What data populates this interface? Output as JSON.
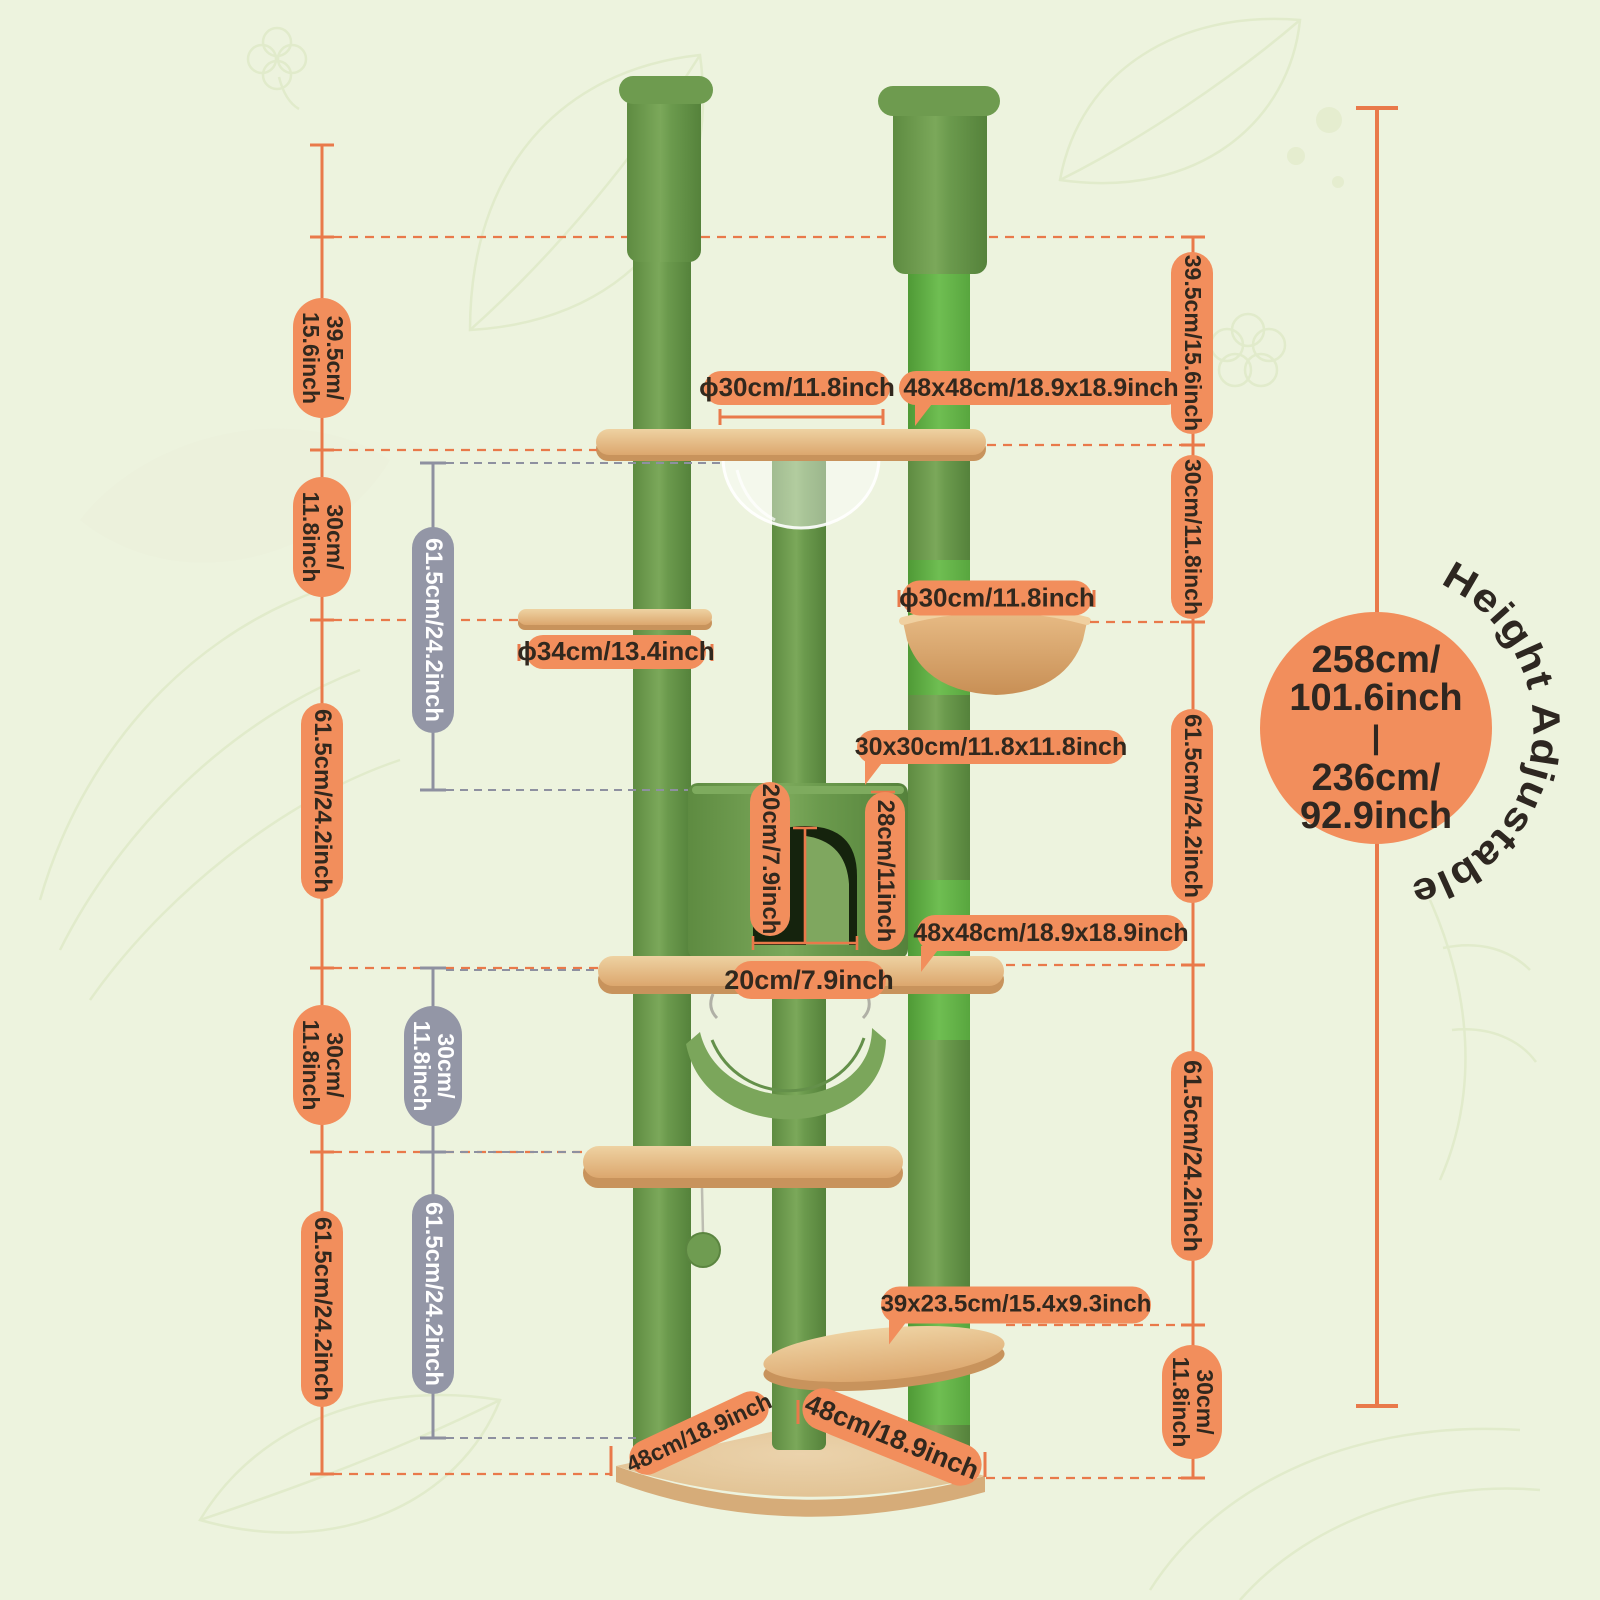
{
  "colors": {
    "background": "#EDF3DE",
    "accent_pill": "#F28E5C",
    "accent_line": "#E9794A",
    "gray_pill": "#9396A6",
    "gray_line": "#8E90A0",
    "pill_text_dark": "#31281E",
    "pill_text_light": "#FFFFFF",
    "post_green": "#6E9B4F",
    "sisal_green": "#5FAE46",
    "platform_tan": "#DCA76E"
  },
  "height_badge": {
    "max_cm": "258cm/",
    "max_in": "101.6inch",
    "separator": "|",
    "min_cm": "236cm/",
    "min_in": "92.9inch",
    "curved_label": "Height Adjustable"
  },
  "left_dims": [
    {
      "line1": "39.5cm/",
      "line2": "15.6inch"
    },
    {
      "line1": "30cm/",
      "line2": "11.8inch"
    },
    {
      "text": "61.5cm/24.2inch"
    },
    {
      "line1": "30cm/",
      "line2": "11.8inch"
    },
    {
      "text": "61.5cm/24.2inch"
    }
  ],
  "inner_dims": [
    {
      "text": "61.5cm/24.2inch"
    },
    {
      "line1": "30cm/",
      "line2": "11.8inch"
    },
    {
      "text": "61.5cm/24.2inch"
    }
  ],
  "right_dims": [
    {
      "text": "39.5cm/15.6inch"
    },
    {
      "text": "30cm/11.8inch"
    },
    {
      "text": "61.5cm/24.2inch"
    },
    {
      "text": "61.5cm/24.2inch"
    },
    {
      "line1": "30cm/",
      "line2": "11.8inch"
    }
  ],
  "part_dims": {
    "top_platform_diameter": "ϕ30cm/11.8inch",
    "top_platform_size": "48x48cm/18.9x18.9inch",
    "small_platform_diameter": "ϕ34cm/13.4inch",
    "basket_diameter": "ϕ30cm/11.8inch",
    "condo_size": "30x30cm/11.8x11.8inch",
    "condo_door_height": "20cm/7.9inch",
    "condo_height": "28cm/11inch",
    "middle_platform_size": "48x48cm/18.9x18.9inch",
    "condo_door_width": "20cm/7.9inch",
    "step_platform_size": "39x23.5cm/15.4x9.3inch",
    "base_left_edge": "48cm/18.9inch",
    "base_right_edge": "48cm/18.9inch"
  }
}
